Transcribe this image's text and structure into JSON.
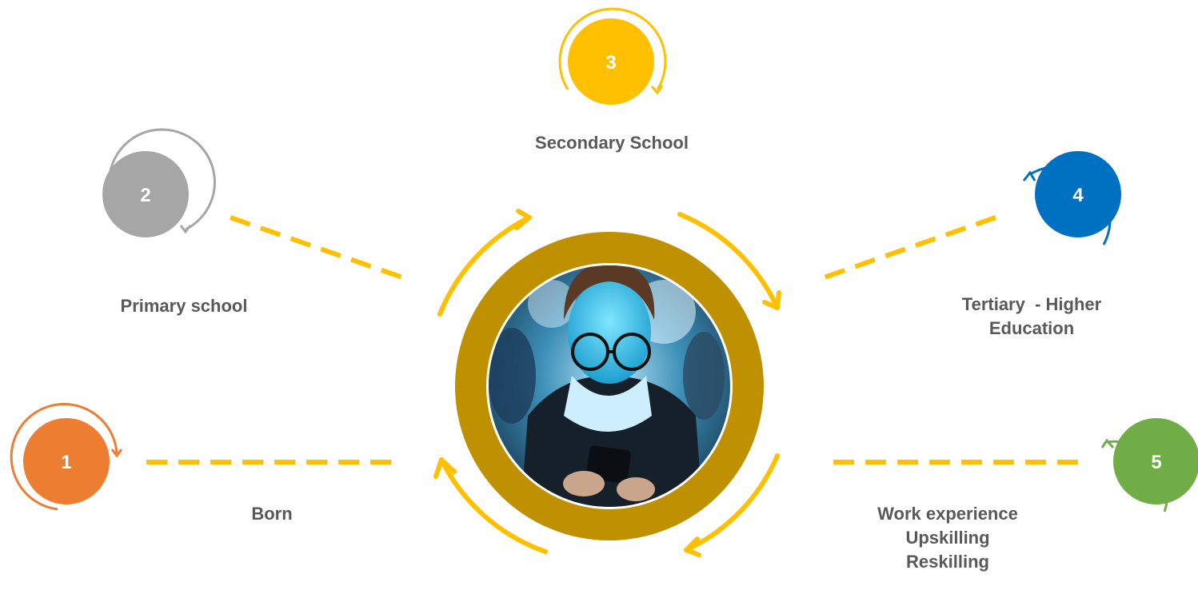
{
  "stages": [
    {
      "number": "1",
      "label_lines": [
        "Born"
      ],
      "color": "#ED7D31"
    },
    {
      "number": "2",
      "label_lines": [
        "Primary school"
      ],
      "color": "#A6A6A6"
    },
    {
      "number": "3",
      "label_lines": [
        "Secondary School"
      ],
      "color": "#FFC000"
    },
    {
      "number": "4",
      "label_lines": [
        "Tertiary  - Higher",
        "Education"
      ],
      "color": "#0070C0"
    },
    {
      "number": "5",
      "label_lines": [
        "Work experience",
        "Upskilling",
        "Reskilling"
      ],
      "color": "#70AD47"
    }
  ],
  "center": {
    "ring_color": "#BF9000",
    "arrow_color": "#FFC000",
    "connector_color": "#FFC000",
    "photo": "woman-with-glasses-using-phone-photo"
  }
}
